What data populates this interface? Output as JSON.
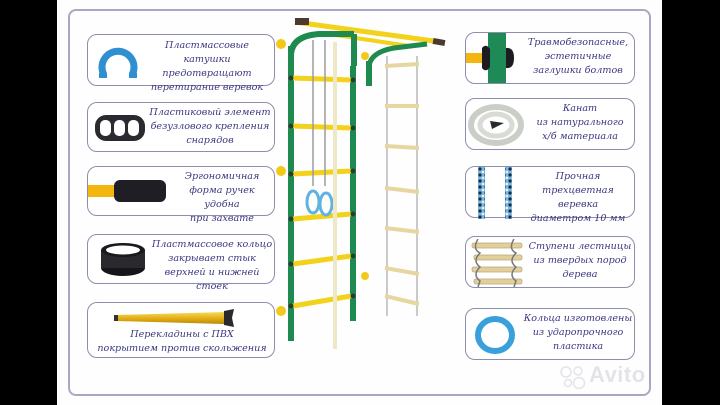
{
  "features_left": [
    {
      "icon": "plastic-reel-icon",
      "text": "Пластмассовые катушки\nпредотвращают\nперетирание веревок"
    },
    {
      "icon": "plastic-mount-element-icon",
      "text": "Пластиковый элемент\nбезузлового крепления\nснарядов"
    },
    {
      "icon": "handle-grip-icon",
      "text": "Эргономичная\nформа ручек удобна\nпри захвате"
    },
    {
      "icon": "plastic-ring-collar-icon",
      "text": "Пластмассовое кольцо\nзакрывает стык\nверхней и нижней стоек"
    },
    {
      "icon": "pvc-crossbar-icon",
      "text": "Перекладины с ПВХ\nпокрытием против скольжения"
    }
  ],
  "features_right": [
    {
      "icon": "bolt-cap-icon",
      "text": "Травмобезопасные,\nэстетичные\nзаглушки болтов"
    },
    {
      "icon": "rope-coil-icon",
      "text": "Канат\nиз натурального\nх/б материала"
    },
    {
      "icon": "three-color-rope-icon",
      "text": "Прочная\nтрехцветная веревка\nдиаметром 10 мм"
    },
    {
      "icon": "ladder-rungs-icon",
      "text": "Ступени лестницы\nиз твердых пород\nдерева"
    },
    {
      "icon": "gym-ring-icon",
      "text": "Кольца изготовлены\nиз ударопрочного\nпластика"
    }
  ],
  "watermark": "Avito",
  "colors": {
    "green": "#1e8c4e",
    "yellow": "#f2d21a",
    "blue": "#3c9fd6",
    "text": "#3a3780",
    "border": "#8f8dad"
  }
}
